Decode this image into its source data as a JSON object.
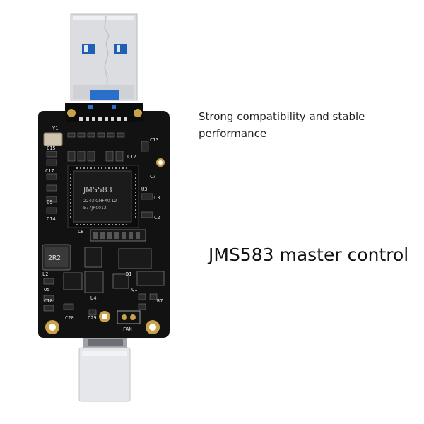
{
  "captions": {
    "feature": "Strong compatibility and stable performance",
    "controller": "JMS583 master control"
  },
  "board": {
    "chip_marking": [
      "JMS583",
      "2243 GHFX0 12",
      "E77JR0013"
    ],
    "silk": {
      "y1": "Y1",
      "c15": "C15",
      "c12": "C12",
      "c13": "C13",
      "c17": "C17",
      "c7": "C7",
      "c9": "C9",
      "c2": "C2",
      "c3": "C3",
      "c14": "C14",
      "c8": "C8",
      "u3": "U3",
      "d1": "D1",
      "q1": "Q1",
      "u5": "U5",
      "l2": "L2",
      "c10": "C10",
      "u4": "U4",
      "r7": "R7",
      "c20": "C20",
      "c29": "C29",
      "inductor": "2R2",
      "fan": "FAN"
    }
  },
  "colors": {
    "pcb": "#121212",
    "usb_shell": "#d9dadd",
    "usb_tongue": "#2a6fc9",
    "gold": "#c9a24a"
  }
}
